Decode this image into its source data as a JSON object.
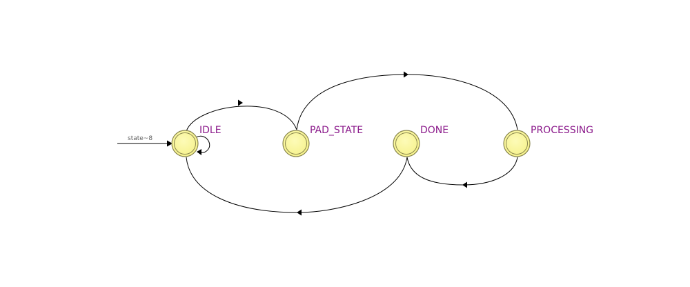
{
  "diagram": {
    "colors": {
      "state_fill": "#f6f28c",
      "state_fill_inner": "#fdfbb8",
      "state_stroke": "#8a8750",
      "label": "#8b1a8b",
      "reset_label": "#606060",
      "edge": "#000000"
    },
    "reset_transition": {
      "label": "state~8",
      "target": "IDLE"
    },
    "states": [
      {
        "id": "IDLE",
        "label": "IDLE"
      },
      {
        "id": "PAD_STATE",
        "label": "PAD_STATE"
      },
      {
        "id": "DONE",
        "label": "DONE"
      },
      {
        "id": "PROCESSING",
        "label": "PROCESSING"
      }
    ],
    "transitions": [
      {
        "from": "IDLE",
        "to": "IDLE"
      },
      {
        "from": "IDLE",
        "to": "PAD_STATE"
      },
      {
        "from": "PAD_STATE",
        "to": "PROCESSING"
      },
      {
        "from": "PROCESSING",
        "to": "DONE"
      },
      {
        "from": "DONE",
        "to": "IDLE"
      }
    ]
  }
}
